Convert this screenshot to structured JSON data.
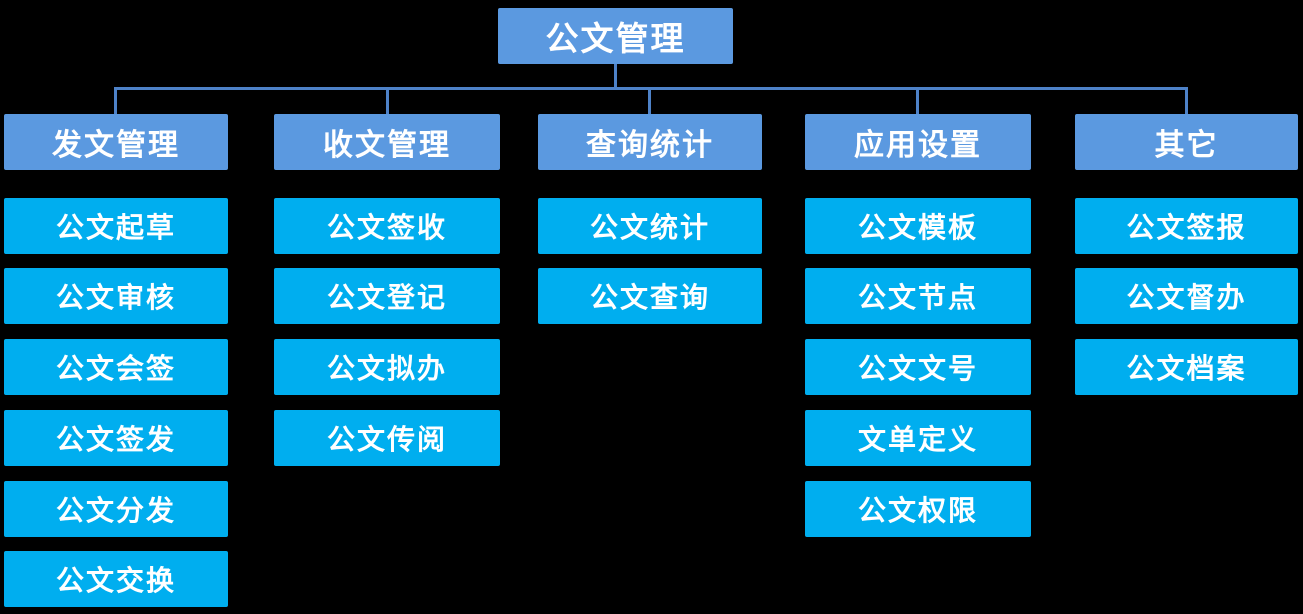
{
  "root": {
    "label": "公文管理"
  },
  "columns": [
    {
      "label": "发文管理",
      "items": [
        "公文起草",
        "公文审核",
        "公文会签",
        "公文签发",
        "公文分发",
        "公文交换"
      ]
    },
    {
      "label": "收文管理",
      "items": [
        "公文签收",
        "公文登记",
        "公文拟办",
        "公文传阅"
      ]
    },
    {
      "label": "查询统计",
      "items": [
        "公文统计",
        "公文查询"
      ]
    },
    {
      "label": "应用设置",
      "items": [
        "公文模板",
        "公文节点",
        "公文文号",
        "文单定义",
        "公文权限"
      ]
    },
    {
      "label": "其它",
      "items": [
        "公文签报",
        "公文督办",
        "公文档案"
      ]
    }
  ],
  "colors": {
    "background": "#000000",
    "category_fill": "#5B99E0",
    "item_fill": "#00AEEF",
    "connector": "#4E82C8",
    "text": "#FFFFFF"
  }
}
